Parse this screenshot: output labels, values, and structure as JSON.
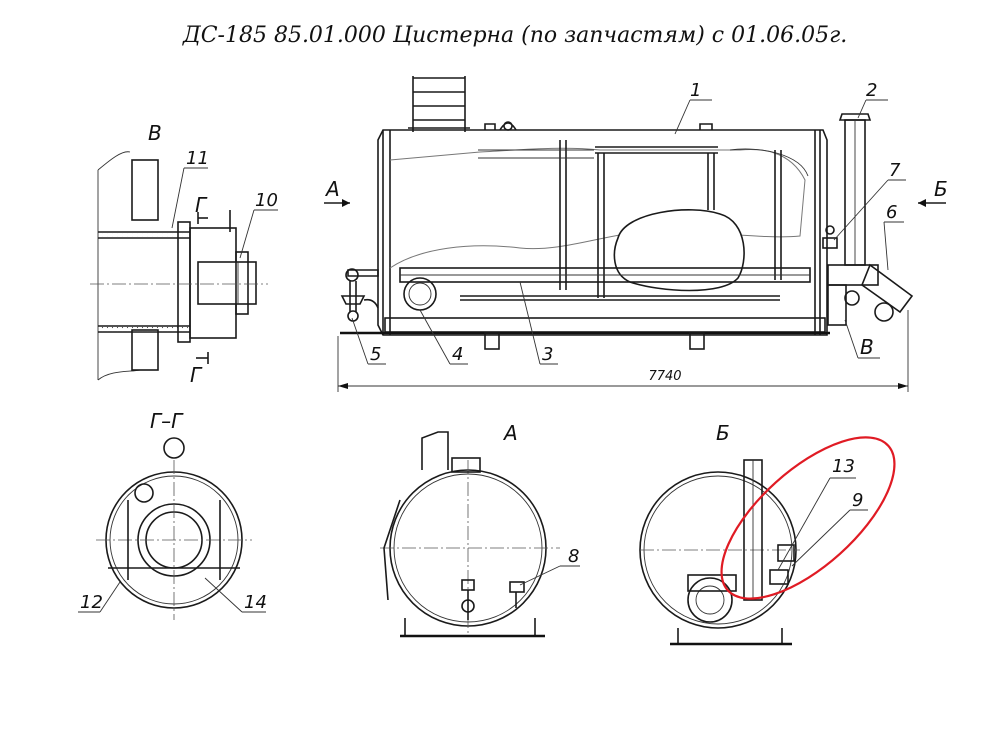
{
  "title": "ДС-185 85.01.000 Цистерна  (по запчастям) с 01.06.05г.",
  "overall_dimension": "7740",
  "view_labels": {
    "detail_v": "В",
    "section_gg": "Г–Г",
    "view_a": "А",
    "view_b": "Б",
    "arrow_a": "А",
    "arrow_b": "Б",
    "mark_v": "В",
    "cut_g_top": "Г",
    "cut_g_bottom": "Г"
  },
  "callouts": {
    "c1": "1",
    "c2": "2",
    "c3": "3",
    "c4": "4",
    "c5": "5",
    "c6": "6",
    "c7": "7",
    "c8": "8",
    "c9": "9",
    "c10": "10",
    "c11": "11",
    "c12": "12",
    "c13": "13",
    "c14": "14"
  },
  "highlight_color": "#e01b24"
}
